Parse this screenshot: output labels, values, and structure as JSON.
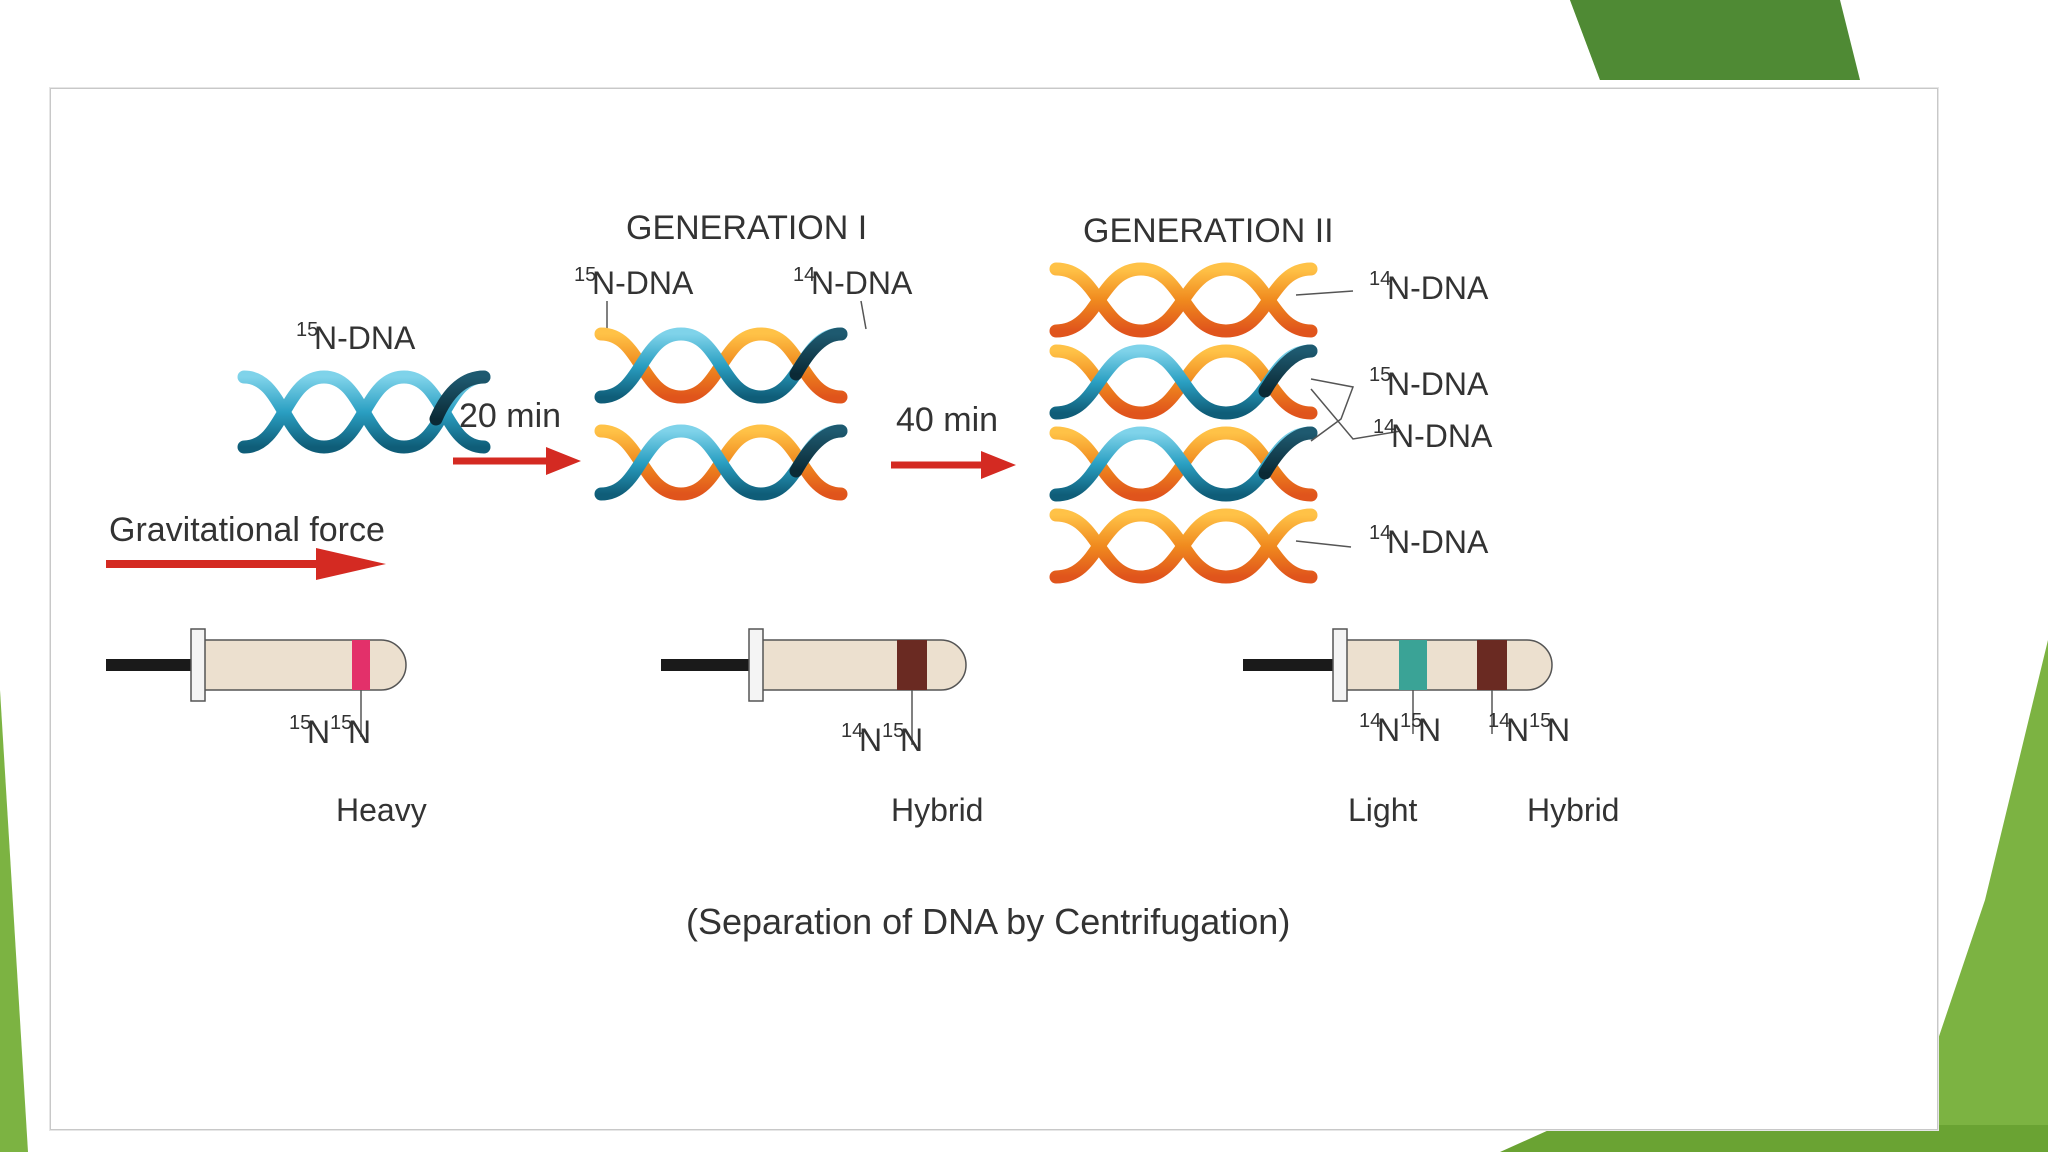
{
  "stage0": {
    "dna_mass": "15",
    "dna_label": "N-DNA"
  },
  "gravity_label": "Gravitational force",
  "time1": "20 min",
  "time2": "40 min",
  "gen1": {
    "title": "GENERATION I",
    "left_mass": "15",
    "left_label": "N-DNA",
    "right_mass": "14",
    "right_label": "N-DNA"
  },
  "gen2": {
    "title": "GENERATION II",
    "labels": [
      {
        "mass": "14",
        "text": "N-DNA"
      },
      {
        "mass": "15",
        "text": "N-DNA"
      },
      {
        "mass": "14",
        "text": "N-DNA"
      },
      {
        "mass": "14",
        "text": "N-DNA"
      }
    ]
  },
  "tube1": {
    "m1": "15",
    "m2": "15",
    "n": "N",
    "label": "Heavy"
  },
  "tube2": {
    "m1": "14",
    "m2": "15",
    "n": "N",
    "label": "Hybrid"
  },
  "tube3a": {
    "m1": "14",
    "m2": "15",
    "n": "N",
    "label": "Light"
  },
  "tube3b": {
    "m1": "14",
    "m2": "15",
    "n": "N",
    "label": "Hybrid"
  },
  "caption": "(Separation of DNA by Centrifugation)",
  "colors": {
    "teal": "#2a9fc2",
    "orange": "#f08a1e",
    "arrow_red": "#d42a22",
    "band_heavy": "#e3306a",
    "band_hybrid": "#6a2a22",
    "band_light": "#3aa396",
    "tube": "#ece0cf",
    "slide_green": "#6fae36"
  }
}
